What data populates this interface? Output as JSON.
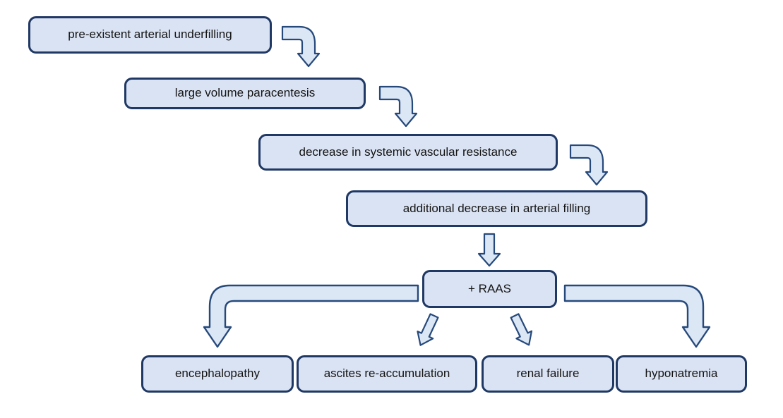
{
  "diagram": {
    "type": "flowchart",
    "subject": "complications cascade of large volume paracentesis",
    "colors": {
      "node_fill": "#dae3f3",
      "node_border": "#1f3864",
      "arrow_fill": "#dce7f5",
      "arrow_stroke": "#26497b",
      "background": "#ffffff",
      "text": "#141414"
    },
    "nodes": {
      "preexistent_underfilling": {
        "label": "pre-existent arterial underfilling"
      },
      "large_volume_paracentesis": {
        "label": "large volume paracentesis"
      },
      "decreased_svr": {
        "label": "decrease in systemic vascular resistance"
      },
      "additional_decrease_filling": {
        "label": "additional decrease in arterial filling"
      },
      "raas": {
        "label": "+ RAAS"
      },
      "encephalopathy": {
        "label": "encephalopathy"
      },
      "ascites_reaccumulation": {
        "label": "ascites re-accumulation"
      },
      "renal_failure": {
        "label": "renal failure"
      },
      "hyponatremia": {
        "label": "hyponatremia"
      }
    },
    "edges": [
      {
        "from": "preexistent_underfilling",
        "to": "large_volume_paracentesis",
        "style": "bent-right-down"
      },
      {
        "from": "large_volume_paracentesis",
        "to": "decreased_svr",
        "style": "bent-right-down"
      },
      {
        "from": "decreased_svr",
        "to": "additional_decrease_filling",
        "style": "bent-right-down"
      },
      {
        "from": "additional_decrease_filling",
        "to": "raas",
        "style": "straight-down"
      },
      {
        "from": "raas",
        "to": "encephalopathy",
        "style": "elbow-left-down"
      },
      {
        "from": "raas",
        "to": "ascites_reaccumulation",
        "style": "diagonal-down-left"
      },
      {
        "from": "raas",
        "to": "renal_failure",
        "style": "diagonal-down-right"
      },
      {
        "from": "raas",
        "to": "hyponatremia",
        "style": "elbow-right-down"
      }
    ]
  }
}
